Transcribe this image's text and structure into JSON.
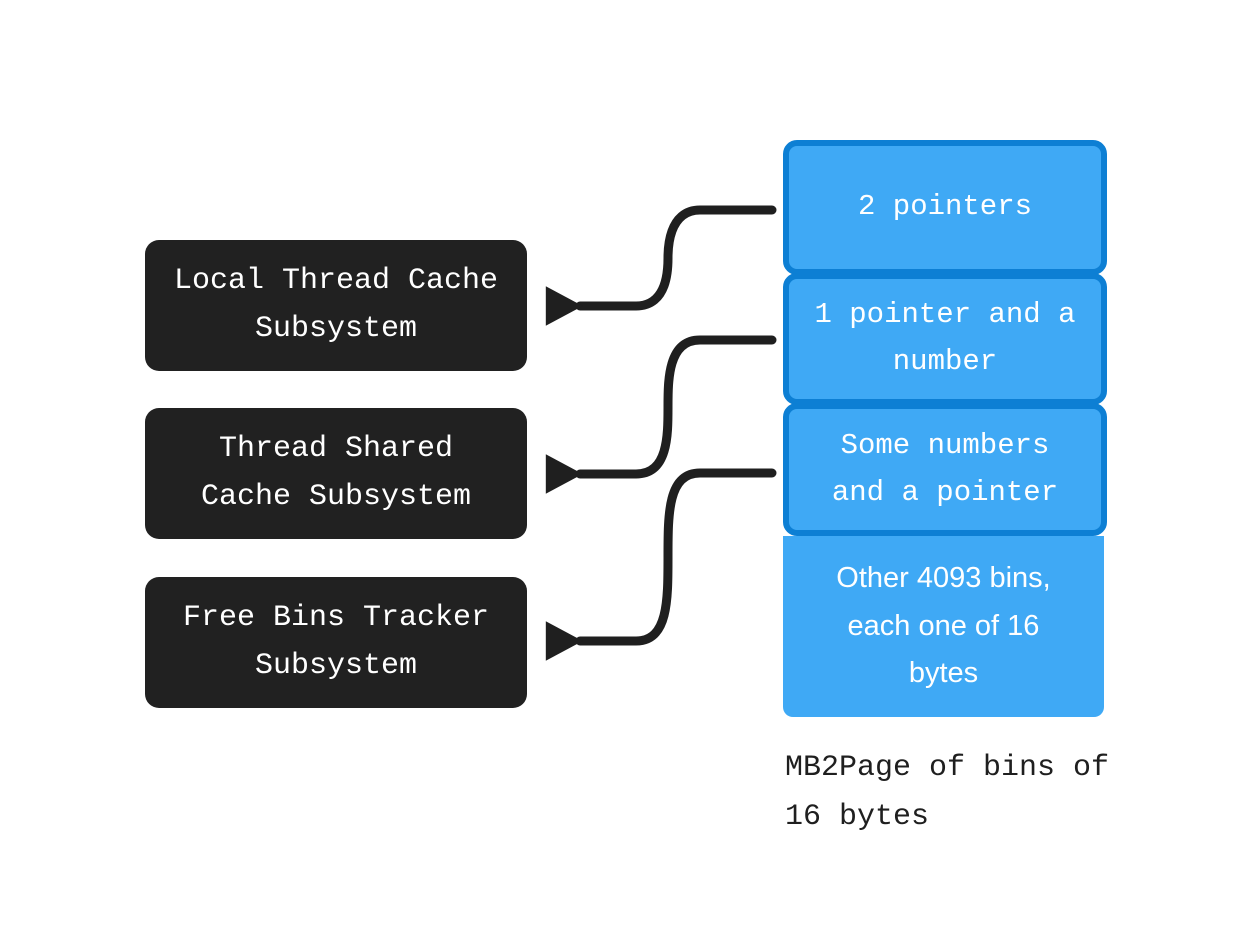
{
  "diagram": {
    "background_color": "#ffffff",
    "subsystem_box_color": "#212121",
    "subsystem_text_color": "#ffffff",
    "bin_fill_color": "#3fa9f5",
    "bin_border_color": "#0d7fd4",
    "bin_text_color": "#ffffff",
    "connector_color": "#1f1f1f",
    "caption_text_color": "#1f1f1f"
  },
  "subsystems": [
    {
      "label": "Local Thread Cache\nSubsystem"
    },
    {
      "label": "Thread Shared\nCache Subsystem"
    },
    {
      "label": "Free Bins Tracker\nSubsystem"
    }
  ],
  "bin_stack": {
    "caption": "MB2Page of bins of\n16 bytes",
    "bins": [
      {
        "label": "2 pointers",
        "bordered": true,
        "font": "mono"
      },
      {
        "label": "1 pointer and a\nnumber",
        "bordered": true,
        "font": "mono"
      },
      {
        "label": "Some numbers\nand a pointer",
        "bordered": true,
        "font": "mono"
      },
      {
        "label": "Other 4093 bins,\neach one of 16\nbytes",
        "bordered": false,
        "font": "sans"
      }
    ]
  },
  "connectors": [
    {
      "from_bin": 0,
      "to_subsystem": 0
    },
    {
      "from_bin": 1,
      "to_subsystem": 1
    },
    {
      "from_bin": 2,
      "to_subsystem": 2
    }
  ]
}
